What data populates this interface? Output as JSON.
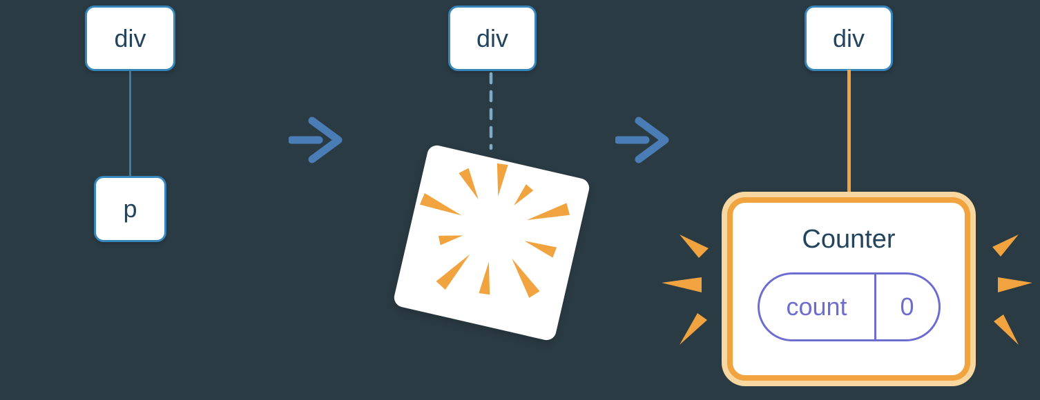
{
  "diagram": {
    "stage1": {
      "root_label": "div",
      "child_label": "p"
    },
    "stage2": {
      "root_label": "div"
    },
    "stage3": {
      "root_label": "div",
      "component": {
        "title": "Counter",
        "state_key": "count",
        "state_value": "0"
      }
    }
  },
  "colors": {
    "background": "#2b3b43",
    "node_border": "#3787bd",
    "node_text": "#23445d",
    "edge_blue": "#3a7ca6",
    "edge_dashed_blue": "#7fa9c9",
    "arrow_blue": "#4a7db5",
    "accent_orange": "#f1a33f",
    "orange_halo": "#f8d7a0",
    "state_purple": "#6d6dd1"
  }
}
